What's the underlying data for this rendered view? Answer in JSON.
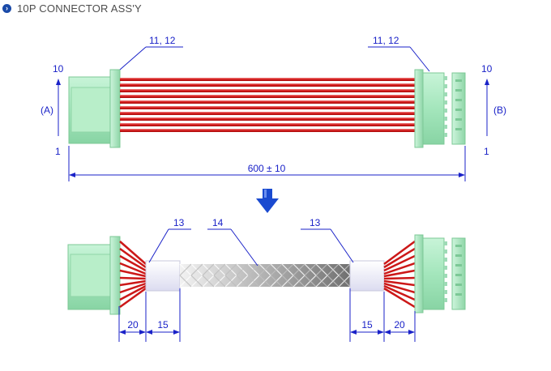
{
  "header": {
    "title": "10P CONNECTOR ASS'Y",
    "bullet_icon": "chevron-right-circle-icon"
  },
  "colors": {
    "dimension": "#1a22c8",
    "wire": "#d01818",
    "connector": "#a8e8c0",
    "arrow": "#1a4ad0"
  },
  "top_assembly": {
    "callout_left": "11, 12",
    "callout_right": "11, 12",
    "left_top_pin": "10",
    "left_bottom_pin": "1",
    "left_side_label": "(A)",
    "right_top_pin": "10",
    "right_bottom_pin": "1",
    "right_side_label": "(B)",
    "length_label": "600 ± 10"
  },
  "bottom_assembly": {
    "callout_13_left": "13",
    "callout_14": "14",
    "callout_13_right": "13",
    "dim_left_20": "20",
    "dim_left_15": "15",
    "dim_right_15": "15",
    "dim_right_20": "20"
  }
}
